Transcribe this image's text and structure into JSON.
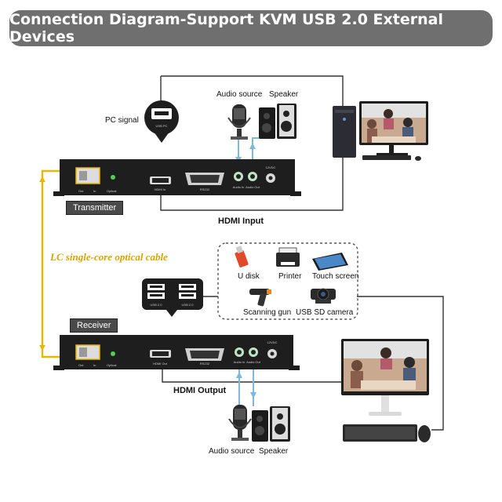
{
  "title": "Connection Diagram-Support KVM USB 2.0 External Devices",
  "labels": {
    "pc_signal": "PC signal",
    "audio_source_top": "Audio source",
    "speaker_top": "Speaker",
    "transmitter": "Transmitter",
    "hdmi_input": "HDMI Input",
    "optical_cable": "LC single-core optical cable",
    "receiver": "Receiver",
    "hdmi_output": "HDMI Output",
    "audio_source_bottom": "Audio source",
    "speaker_bottom": "Speaker"
  },
  "devices": {
    "u_disk": "U disk",
    "printer": "Printer",
    "touch_screen": "Touch screen",
    "scanning_gun": "Scanning gun",
    "usb_sd_camera": "USB SD camera"
  },
  "ports": {
    "usb_pc": "USB PC",
    "usb_a": "USB 2.0",
    "usb_b": "USB 2.0",
    "hdmi_in": "HDMI In",
    "hdmi_out": "HDMI Out",
    "rs232": "RS232",
    "audio_in": "Audio In",
    "audio_out": "Audio Out",
    "dc12v": "12VDC",
    "opt": "Optical",
    "out": "Out",
    "in": "In"
  },
  "colors": {
    "banner": "#6f6f6f",
    "optical_cable": "#d9a400",
    "audio_cable": "#7fb8d8",
    "device_body": "#1e1e1e"
  }
}
